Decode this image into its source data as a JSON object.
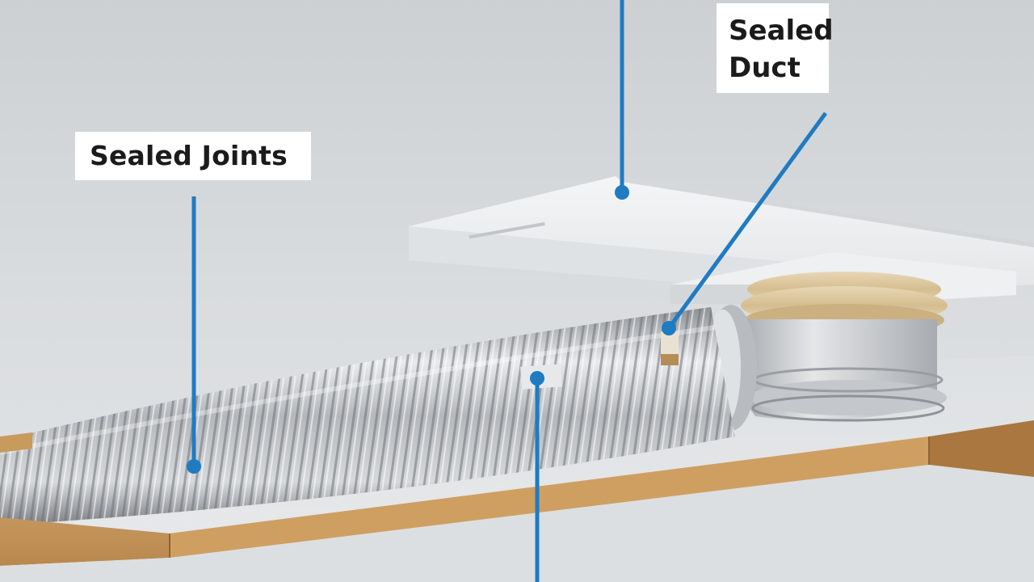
{
  "labels": {
    "sealed_joints": "Sealed Joints",
    "sealed_duct_line1": "Sealed",
    "sealed_duct_line2": "Duct"
  },
  "colors": {
    "callout_line": "#1f7bc2",
    "label_background": "#ffffff",
    "label_text": "#1b1b1b"
  }
}
